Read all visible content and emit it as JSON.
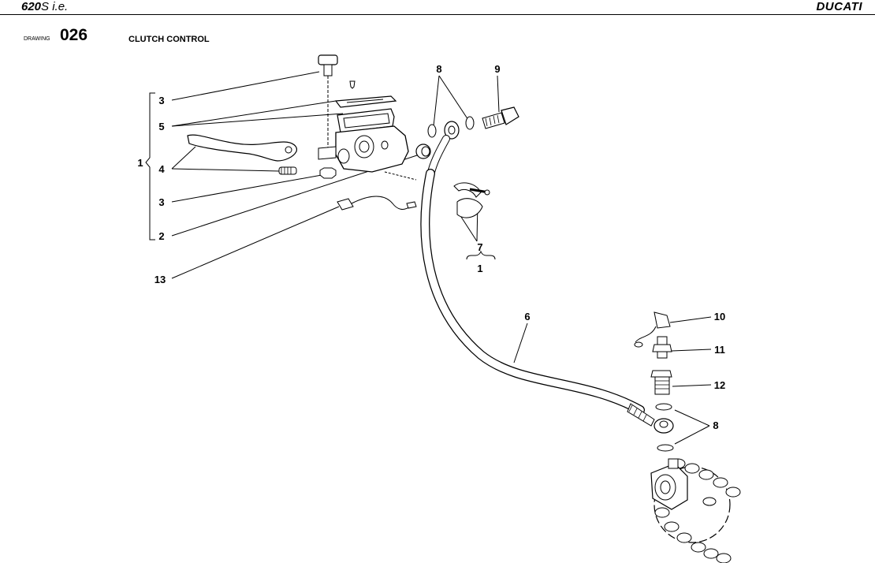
{
  "header": {
    "model_bold": "620",
    "model_rest": "S i.e.",
    "brand": "DUCATI"
  },
  "drawing": {
    "label": "DRAWING",
    "number": "026",
    "title": "CLUTCH CONTROL"
  },
  "callouts": {
    "c1": "1",
    "c2": "2",
    "c3a": "3",
    "c3b": "3",
    "c4": "4",
    "c5": "5",
    "c6": "6",
    "c7": "7",
    "c1b": "1",
    "c8a": "8",
    "c8b": "8",
    "c9": "9",
    "c10": "10",
    "c11": "11",
    "c12": "12",
    "c13": "13"
  }
}
